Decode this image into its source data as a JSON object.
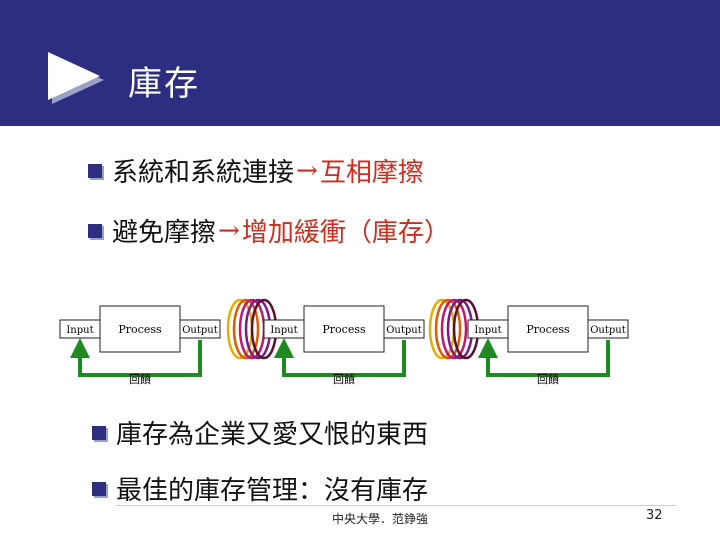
{
  "slide": {
    "title": "庫存",
    "bullets": [
      {
        "text_before": "系統和系統連接",
        "text_after": "互相摩擦"
      },
      {
        "text_before": "避免摩擦",
        "text_after": "增加緩衝（庫存）"
      },
      {
        "text": "庫存為企業又愛又恨的東西"
      },
      {
        "text": "最佳的庫存管理：沒有庫存"
      }
    ],
    "arrow_symbol": "→"
  },
  "diagram": {
    "units": [
      {
        "input": "Input",
        "process": "Process",
        "output": "Output",
        "feedback": "回饋"
      },
      {
        "input": "Input",
        "process": "Process",
        "output": "Output",
        "feedback": "回饋"
      },
      {
        "input": "Input",
        "process": "Process",
        "output": "Output",
        "feedback": "回饋"
      }
    ]
  },
  "footer": {
    "author": "中央大學．范錚強",
    "page_number": "32"
  },
  "colors": {
    "header": "#2e2e80",
    "accent": "#d22b1e",
    "feedback_arrow": "#1f8a1f",
    "ring_colors": [
      "#e0b000",
      "#e05a00",
      "#c0186e",
      "#7a1a8a",
      "#5a0f2a"
    ]
  }
}
